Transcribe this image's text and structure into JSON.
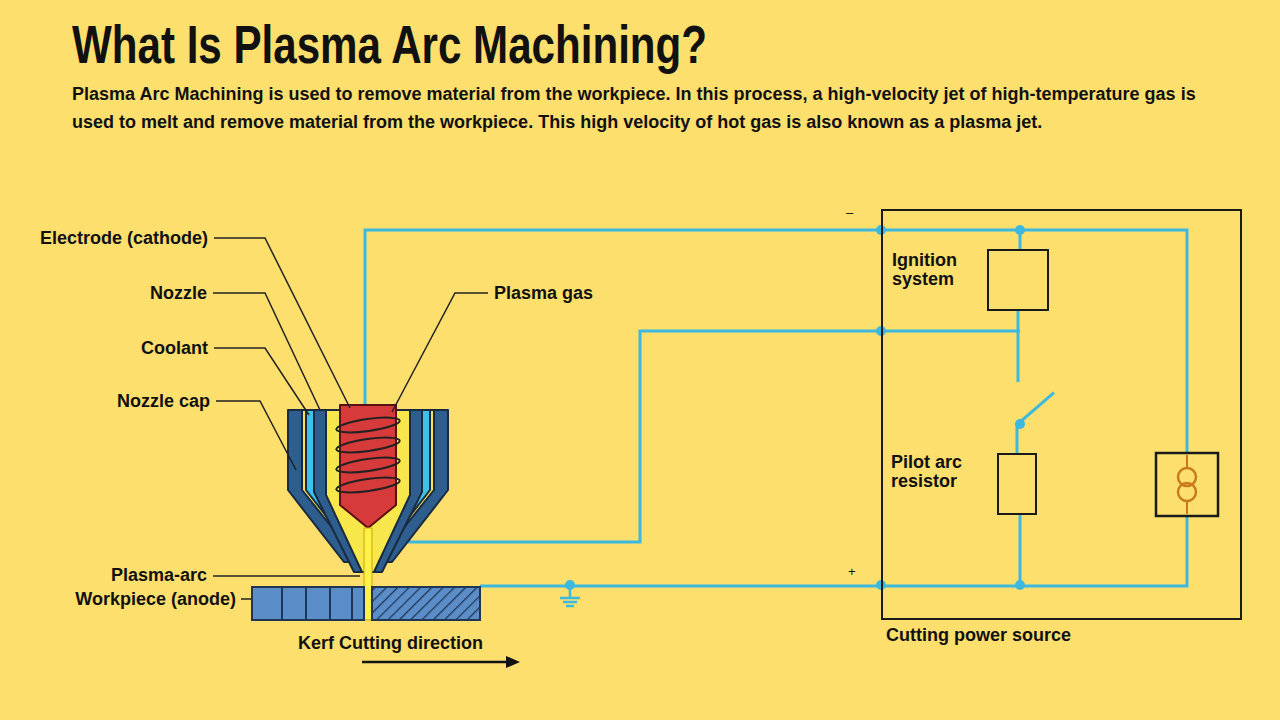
{
  "diagram": {
    "title": "What Is Plasma Arc Machining?",
    "caption": "Plasma Arc Machining is used to remove material from the workpiece. In this process, a high-velocity jet of high-temperature gas is used to melt and remove material from the workpiece. This high velocity of hot gas is also known as a plasma jet.",
    "nodes": [
      {
        "text": [
          "Cutting power source"
        ]
      },
      {
        "text": [
          "Ignition system"
        ],
        "in": 0
      },
      {
        "text": [
          "Pilot arc resistor"
        ],
        "in": 0
      }
    ],
    "edges": [
      {
        "from": 1,
        "to": 2,
        "arrow": "none"
      }
    ],
    "labels": [
      "Electrode (cathode)",
      "Nozzle",
      "Coolant",
      "Nozzle cap",
      "Plasma gas",
      "Plasma-arc",
      "Workpiece (anode)",
      "Kerf Cutting direction",
      "–",
      "+"
    ]
  }
}
